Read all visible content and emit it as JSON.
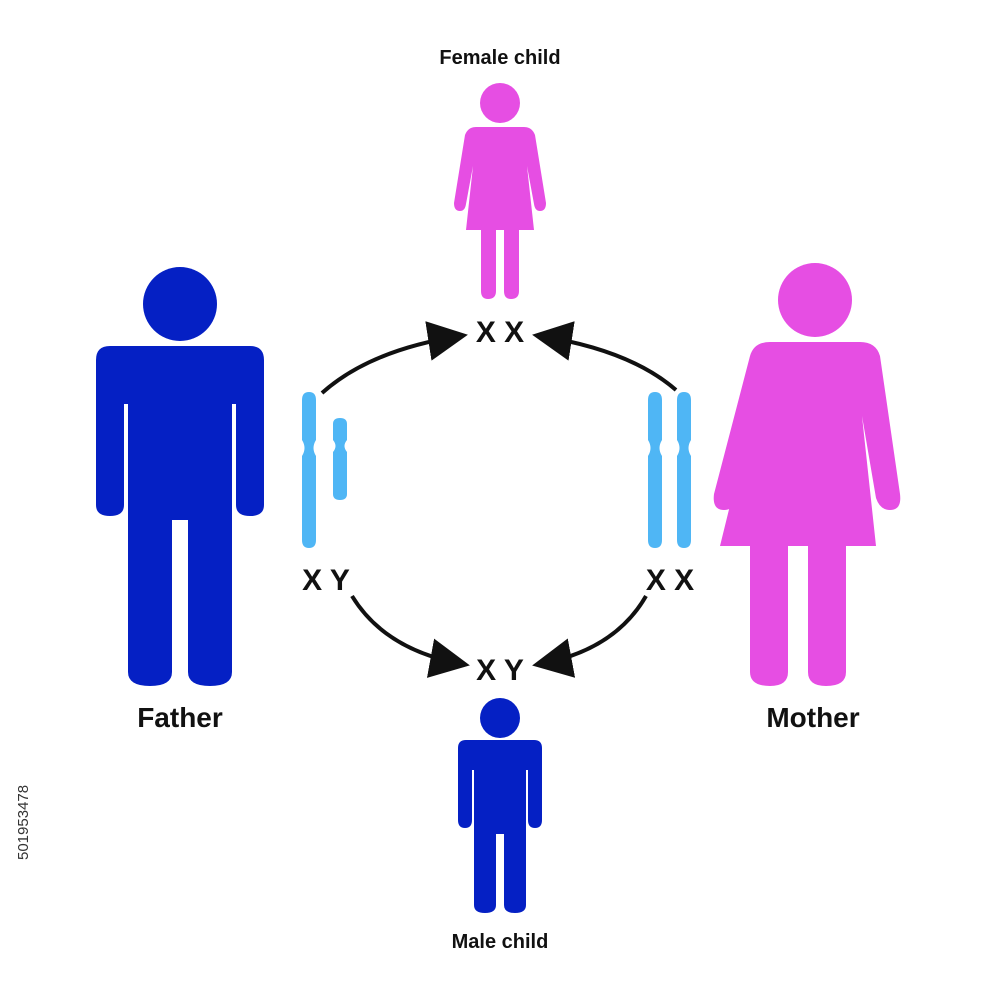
{
  "title": "",
  "people": {
    "father": {
      "label": "Father",
      "color": "#0520c4"
    },
    "mother": {
      "label": "Mother",
      "color": "#e64ee3"
    },
    "female_child": {
      "label": "Female child",
      "color": "#e64ee3"
    },
    "male_child": {
      "label": "Male child",
      "color": "#0520c4"
    }
  },
  "chromosomes": {
    "color": "#4fb6f5",
    "father_label": "X Y",
    "mother_label": "X X",
    "female_child_label": "X X",
    "male_child_label": "X Y"
  },
  "arrows": {
    "color": "#111111"
  },
  "watermark": {
    "text": "501953478"
  }
}
